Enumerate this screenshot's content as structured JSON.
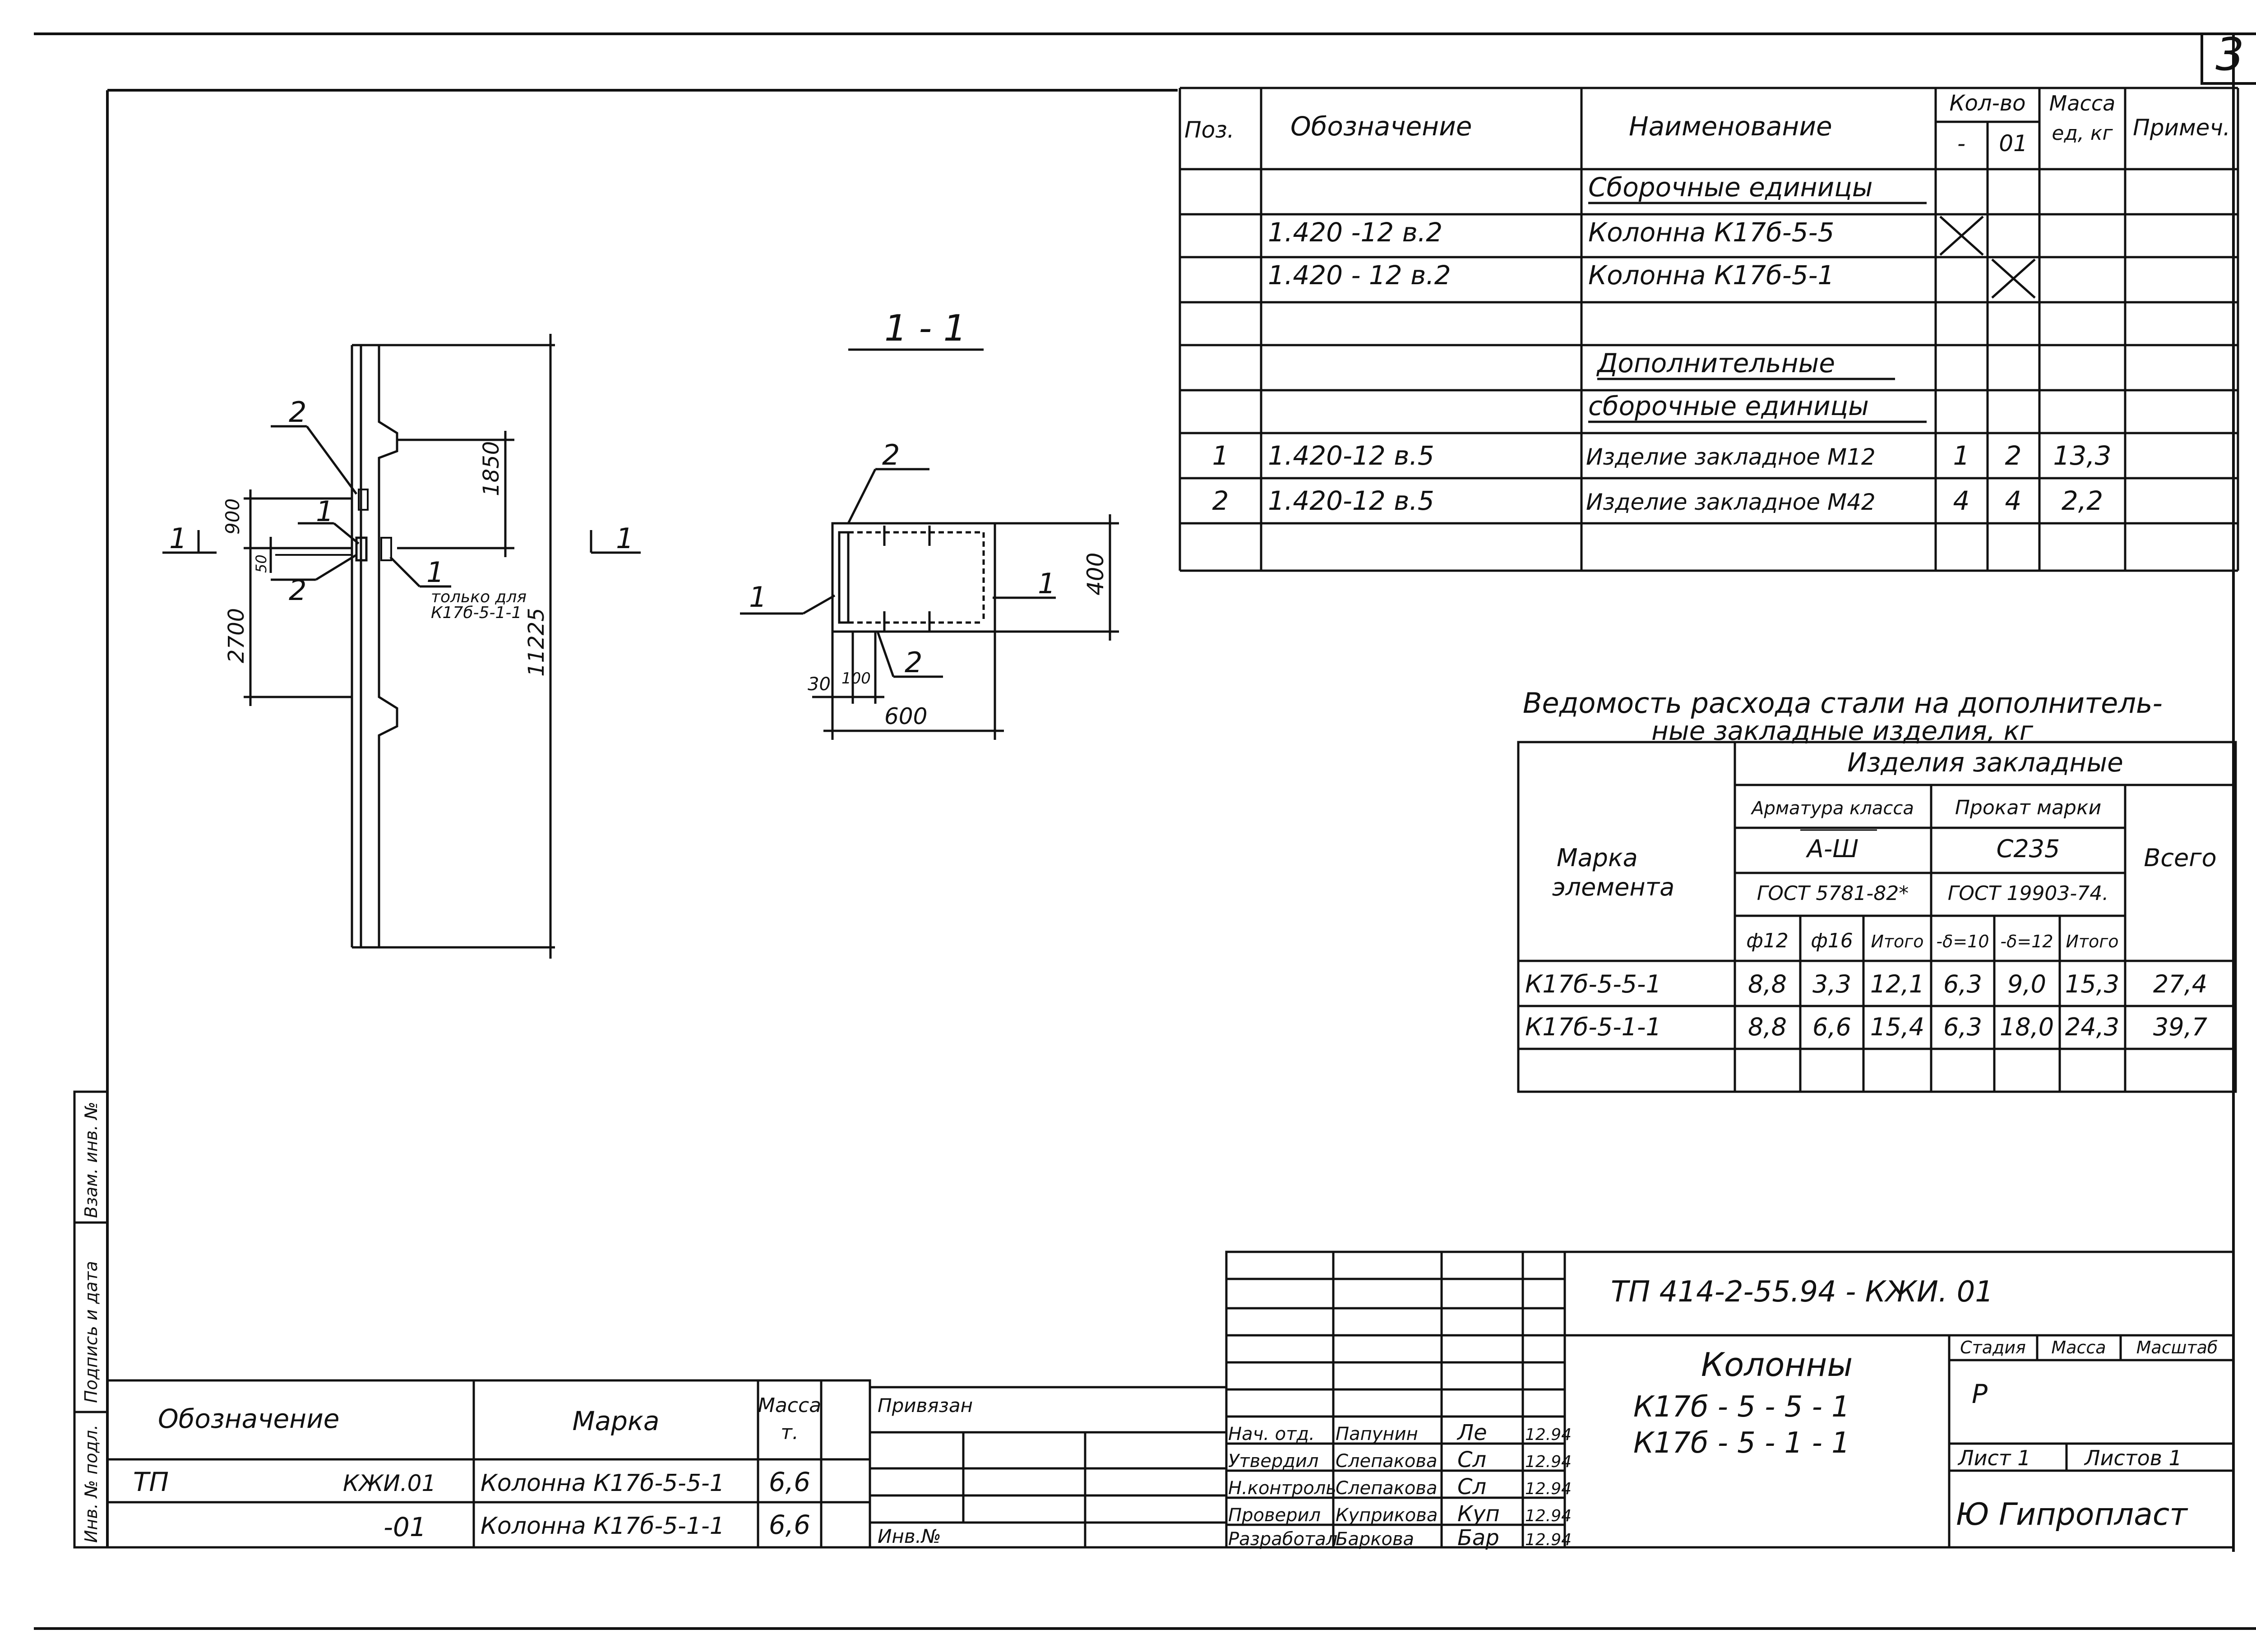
{
  "sheet_number": "3",
  "section_label": "1 - 1",
  "section_arrow": "1",
  "spec_table": {
    "headers": {
      "pos": "Поз.",
      "designation": "Обозначение",
      "name": "Наименование",
      "qty": "Кол-во",
      "qty_a": "-",
      "qty_b": "01",
      "mass": "Масса",
      "mass_unit": "ед, кг",
      "note": "Примеч."
    },
    "groups": {
      "assembly": "Сборочные единицы",
      "additional_1": "Дополнительные",
      "additional_2": "сборочные единицы"
    },
    "rows": [
      {
        "pos": "",
        "designation": "1.420 -12 в.2",
        "name": "Колонна К17б-5-5",
        "qa": "",
        "qb": "",
        "mass": ""
      },
      {
        "pos": "",
        "designation": "1.420 - 12 в.2",
        "name": "Колонна К17б-5-1",
        "qa": "",
        "qb": "",
        "mass": ""
      },
      {
        "pos": "1",
        "designation": "1.420-12 в.5",
        "name": "Изделие закладное М12",
        "qa": "1",
        "qb": "2",
        "mass": "13,3"
      },
      {
        "pos": "2",
        "designation": "1.420-12 в.5",
        "name": "Изделие закладное М42",
        "qa": "4",
        "qb": "4",
        "mass": "2,2"
      }
    ]
  },
  "steel": {
    "title_1": "Ведомость расхода стали на дополнитель-",
    "title_2": "ные закладные изделия, кг",
    "group": "Изделия закладные",
    "mark_label_1": "Марка",
    "mark_label_2": "элемента",
    "rebar": "Арматура класса",
    "rebar_class": "А-Ш",
    "rebar_gost": "ГОСТ 5781-82*",
    "rolled": "Прокат марки",
    "rolled_grade": "С235",
    "rolled_gost": "ГОСТ 19903-74.",
    "total": "Всего",
    "cols": [
      "ф12",
      "ф16",
      "Итого",
      "-δ=10",
      "-δ=12",
      "Итого"
    ],
    "rows": [
      {
        "mark": "К17б-5-5-1",
        "v": [
          "8,8",
          "3,3",
          "12,1",
          "6,3",
          "9,0",
          "15,3"
        ],
        "total": "27,4"
      },
      {
        "mark": "К17б-5-1-1",
        "v": [
          "8,8",
          "6,6",
          "15,4",
          "6,3",
          "18,0",
          "24,3"
        ],
        "total": "39,7"
      }
    ]
  },
  "elevation": {
    "dim_1850": "1850",
    "dim_900": "900",
    "dim_50": "50",
    "dim_2700": "2700",
    "dim_11225": "11225",
    "callout_1": "1",
    "callout_2": "2",
    "only_for_1": "только для",
    "only_for_2": "К17б-5-1-1"
  },
  "section": {
    "dim_400": "400",
    "dim_600": "600",
    "dim_30": "30",
    "dim_100": "100",
    "callout_1": "1",
    "callout_2": "2"
  },
  "left_strip": [
    "Инв. № подл.",
    "Подпись и дата",
    "Взам. инв. №"
  ],
  "bottom_list": {
    "h_designation": "Обозначение",
    "h_mark": "Марка",
    "h_mass_1": "Масса",
    "h_mass_2": "т.",
    "rows": [
      {
        "des_a": "ТП",
        "des_b": "КЖИ.01",
        "mark": "Колонна К17б-5-5-1",
        "mass": "6,6"
      },
      {
        "des_a": "",
        "des_b": "-01",
        "mark": "Колонна К17б-5-1-1",
        "mass": "6,6"
      }
    ]
  },
  "bound": {
    "label": "Привязан",
    "inv": "Инв.№"
  },
  "signatures": [
    {
      "role": "Нач. отд.",
      "name": "Папунин",
      "sign": "Ле",
      "date": "12.94"
    },
    {
      "role": "Утвердил",
      "name": "Слепакова",
      "sign": "Сл",
      "date": "12.94"
    },
    {
      "role": "Н.контроль",
      "name": "Слепакова",
      "sign": "Сл",
      "date": "12.94"
    },
    {
      "role": "Проверил",
      "name": "Куприкова",
      "sign": "Куп",
      "date": "12.94"
    },
    {
      "role": "Разработал",
      "name": "Баркова",
      "sign": "Бар",
      "date": "12.94"
    }
  ],
  "title_block": {
    "code": "ТП 414-2-55.94 - КЖИ. 01",
    "title": "Колонны",
    "mark_1": "К17б - 5 - 5 - 1",
    "mark_2": "К17б - 5 - 1 - 1",
    "stage_h": "Стадия",
    "mass_h": "Масса",
    "scale_h": "Масштаб",
    "stage": "Р",
    "sheet": "Лист 1",
    "sheets": "Листов 1",
    "org": "Ю Гипропласт"
  }
}
